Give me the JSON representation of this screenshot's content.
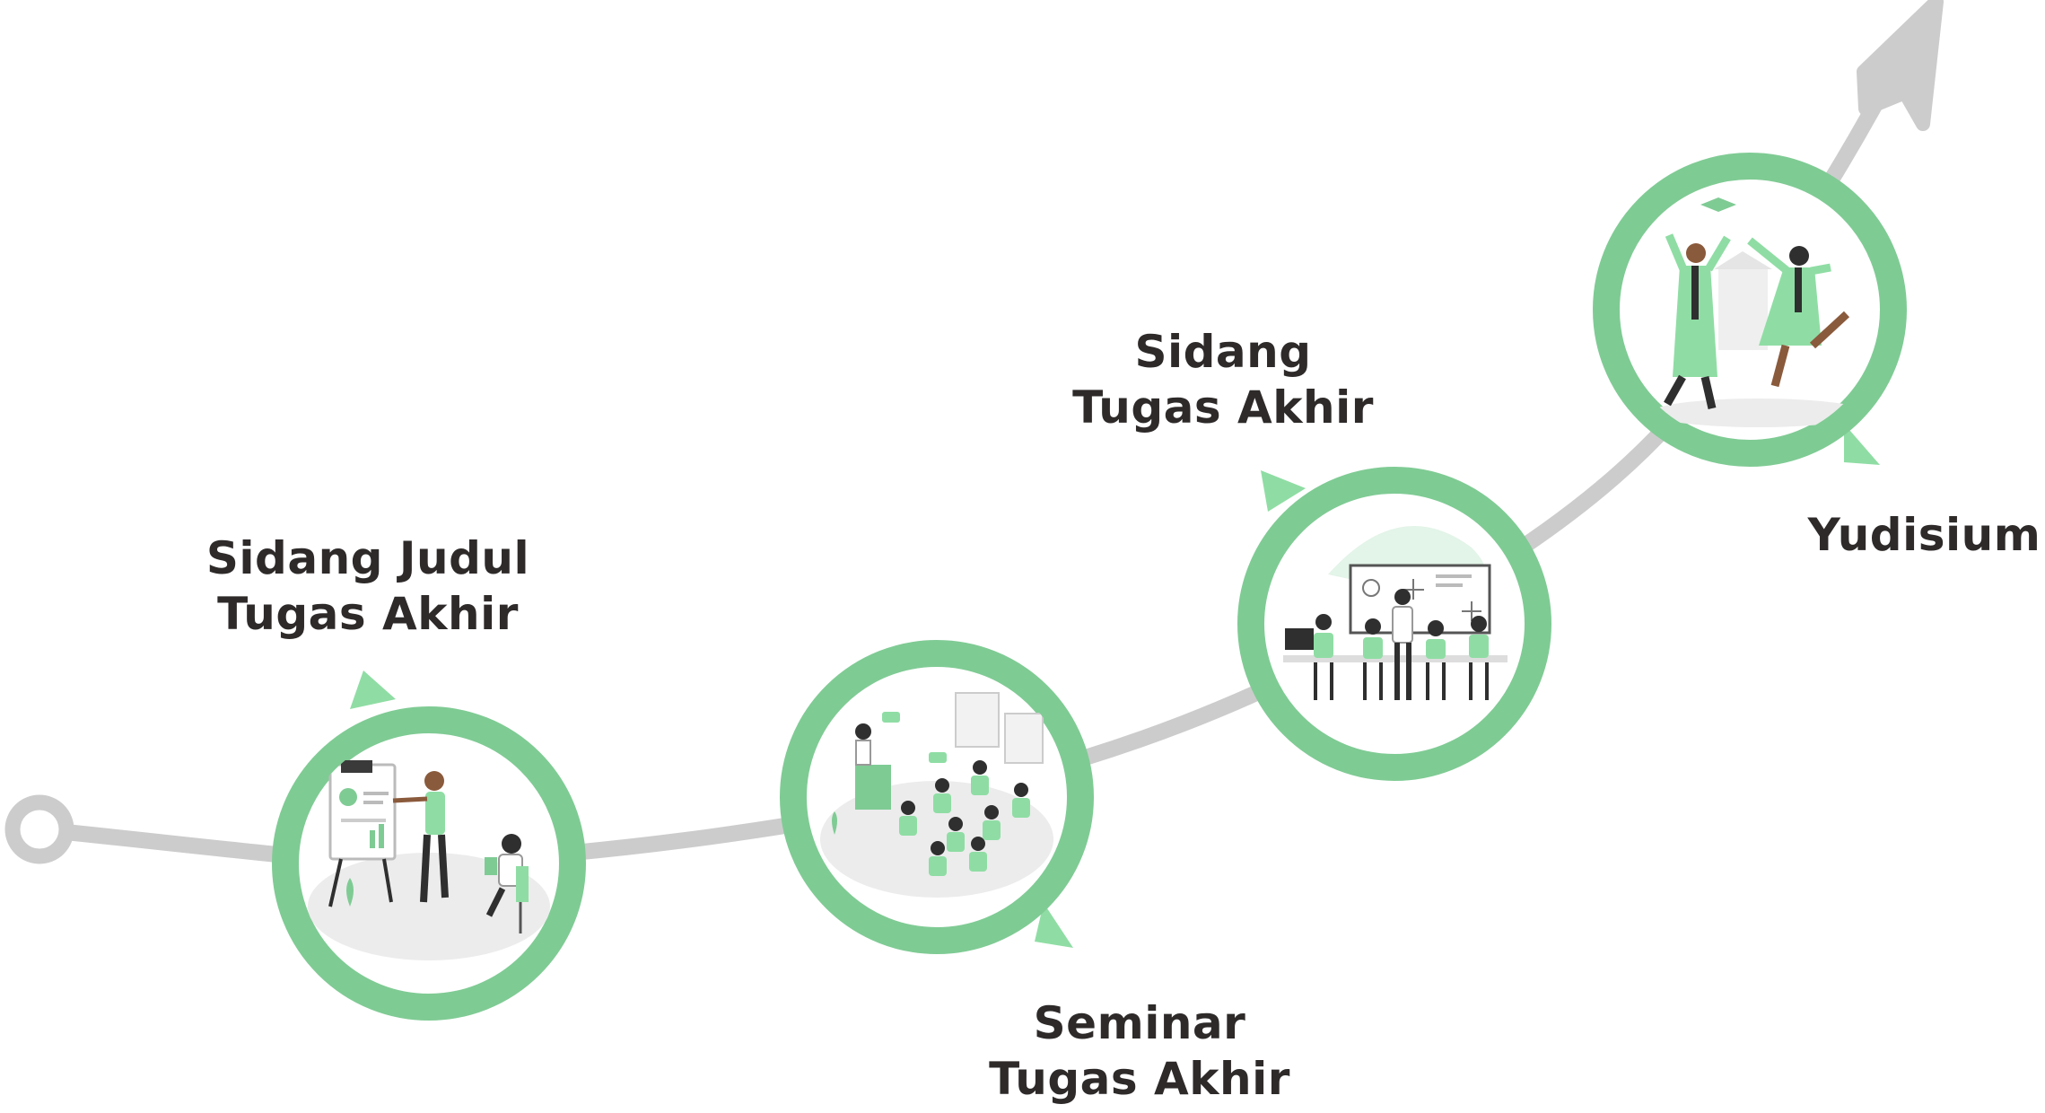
{
  "colors": {
    "path": "#cccccc",
    "ring": "#7fcb94",
    "accent_light": "#d6eedd",
    "marker": "#8fdda4",
    "text": "#2e2a2a",
    "figure_dark": "#2f2f2f",
    "figure_skin": "#8a5a3c"
  },
  "steps": [
    {
      "line1": "Sidang Judul",
      "line2": "Tugas Akhir",
      "illustration": "presentation-illustration"
    },
    {
      "line1": "Seminar",
      "line2": "Tugas Akhir",
      "illustration": "seminar-audience-illustration"
    },
    {
      "line1": "Sidang",
      "line2": "Tugas Akhir",
      "illustration": "thesis-defense-illustration"
    },
    {
      "line1": "Yudisium",
      "line2": "",
      "illustration": "graduation-celebration-illustration"
    }
  ]
}
